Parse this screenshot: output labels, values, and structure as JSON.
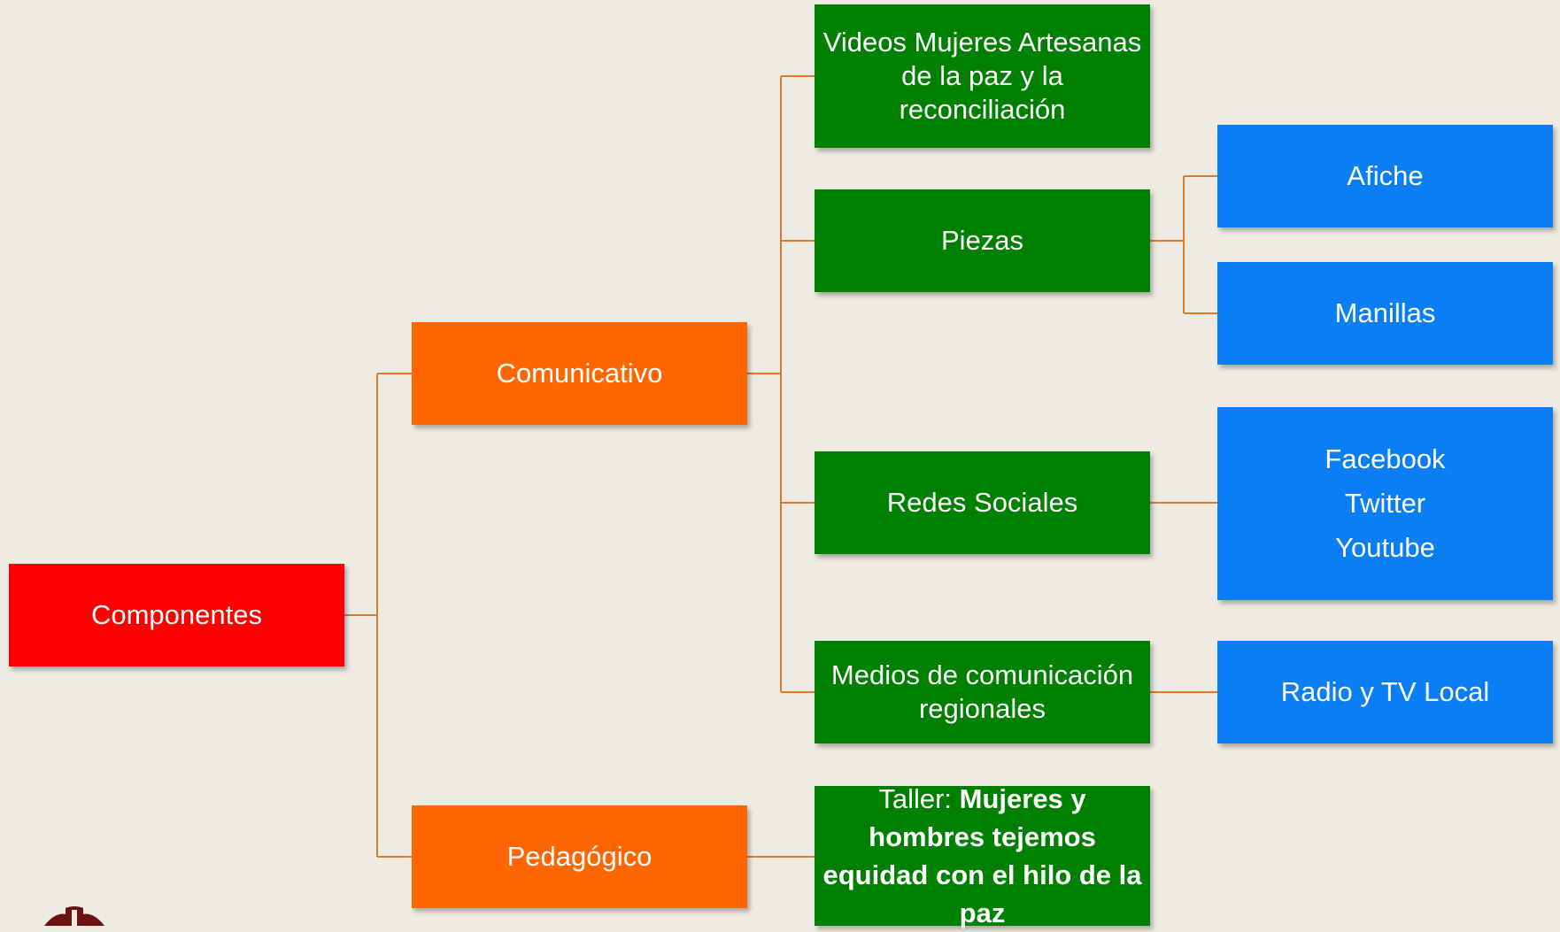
{
  "colors": {
    "root": "#ff0000",
    "level1": "#ff6600",
    "level2": "#008000",
    "level3": "#0a7ff5",
    "connector": "#e07a2b"
  },
  "root": {
    "label": "Componentes"
  },
  "branches": [
    {
      "label": "Comunicativo",
      "children": [
        {
          "label": "Videos Mujeres Artesanas de la paz y la reconciliación"
        },
        {
          "label": "Piezas",
          "children": [
            "Afiche",
            "Manillas"
          ]
        },
        {
          "label": "Redes Sociales",
          "children_lines": [
            "Facebook",
            "Twitter",
            "Youtube"
          ]
        },
        {
          "label": "Medios de comunicación regionales",
          "children": [
            "Radio y TV  Local"
          ]
        }
      ]
    },
    {
      "label": "Pedagógico",
      "children": [
        {
          "label_prefix": "Taller: ",
          "label_bold": "Mujeres y hombres tejemos equidad con el hilo de la paz"
        }
      ]
    }
  ]
}
